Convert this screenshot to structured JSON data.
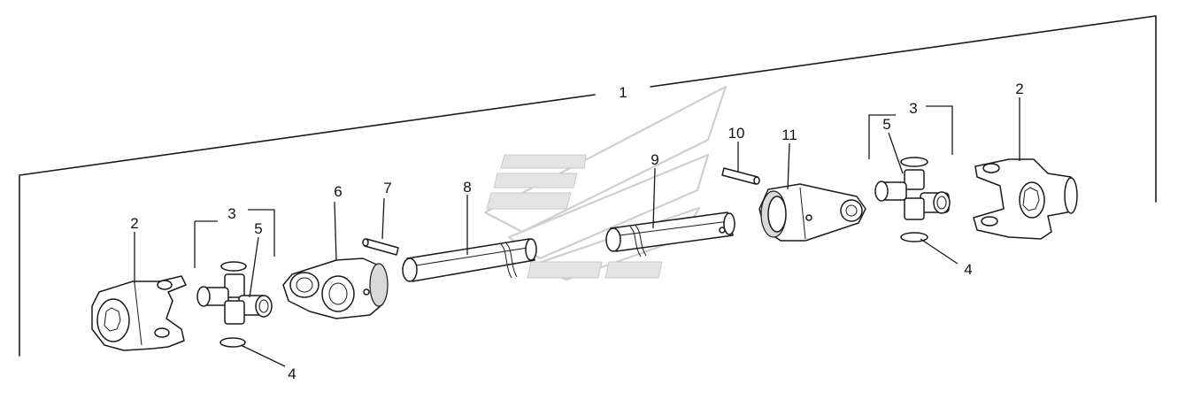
{
  "callouts": {
    "assembly": "1",
    "yoke_left": "2",
    "kit_left": "3",
    "cross_left": "5",
    "ring_left": "4",
    "inner_yoke_left": "6",
    "pin_left": "7",
    "tube_outer": "8",
    "tube_inner": "9",
    "pin_right": "10",
    "inner_yoke_right": "11",
    "kit_right": "3",
    "cross_right": "5",
    "ring_right": "4",
    "yoke_right": "2"
  }
}
